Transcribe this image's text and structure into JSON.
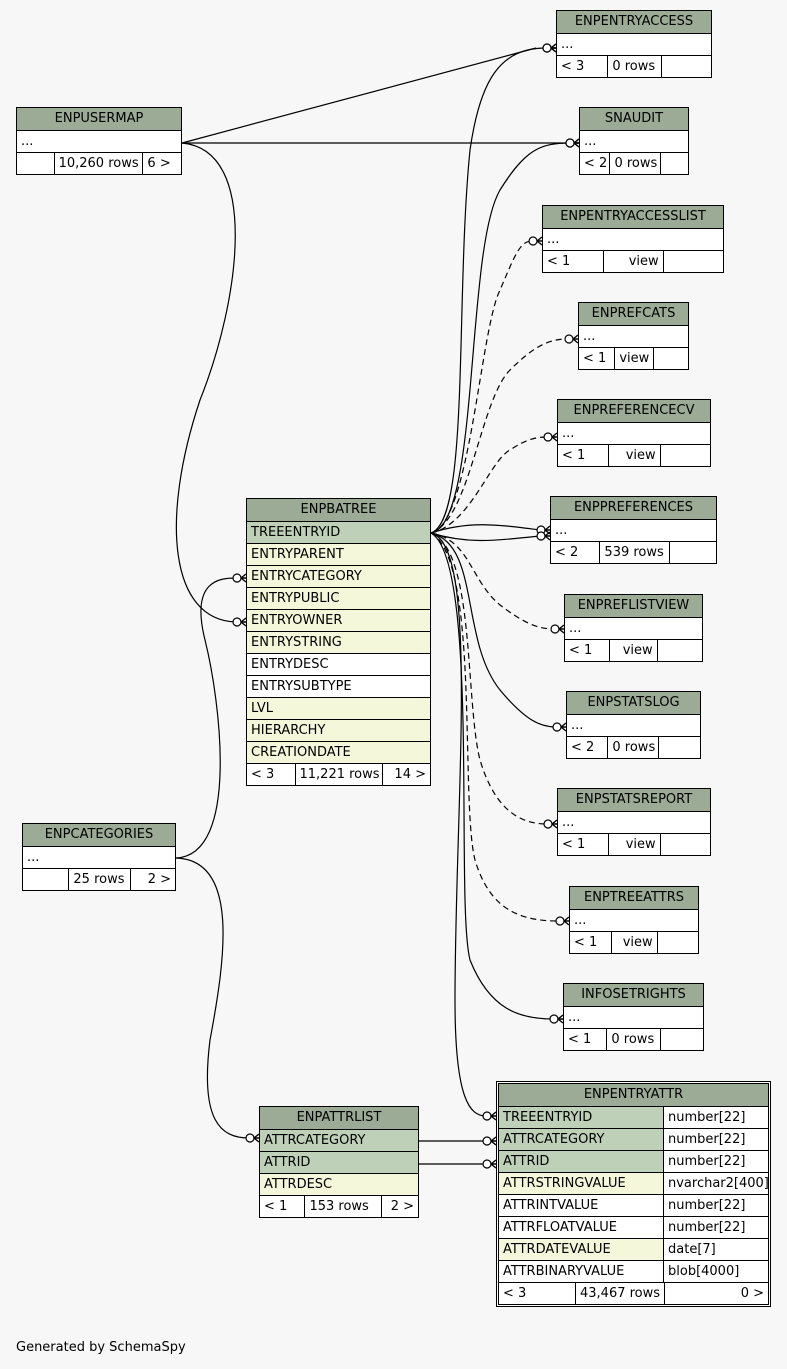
{
  "tables": [
    {
      "id": "enpentryaccess",
      "name": "ENPENTRYACCESS",
      "rows": [
        {
          "n": "...",
          "k": "ellip"
        }
      ],
      "footer": [
        "< 3",
        "0 rows",
        ""
      ]
    },
    {
      "id": "enpusermap",
      "name": "ENPUSERMAP",
      "rows": [
        {
          "n": "...",
          "k": "ellip"
        }
      ],
      "footer": [
        "",
        "10,260 rows",
        "6 >"
      ]
    },
    {
      "id": "snaudit",
      "name": "SNAUDIT",
      "rows": [
        {
          "n": "...",
          "k": "ellip"
        }
      ],
      "footer": [
        "< 2",
        "0 rows",
        ""
      ]
    },
    {
      "id": "enpentryaccesslist",
      "name": "ENPENTRYACCESSLIST",
      "rows": [
        {
          "n": "...",
          "k": "ellip"
        }
      ],
      "footer": [
        "< 1",
        "view",
        ""
      ]
    },
    {
      "id": "enprefcats",
      "name": "ENPREFCATS",
      "rows": [
        {
          "n": "...",
          "k": "ellip"
        }
      ],
      "footer": [
        "< 1",
        "view",
        ""
      ]
    },
    {
      "id": "enpreferencecv",
      "name": "ENPREFERENCECV",
      "rows": [
        {
          "n": "...",
          "k": "ellip"
        }
      ],
      "footer": [
        "< 1",
        "view",
        ""
      ]
    },
    {
      "id": "enpbatree",
      "name": "ENPBATREE",
      "rows": [
        {
          "n": "TREEENTRYID",
          "k": "pk"
        },
        {
          "n": "ENTRYPARENT",
          "k": "fk"
        },
        {
          "n": "ENTRYCATEGORY",
          "k": "fk"
        },
        {
          "n": "ENTRYPUBLIC",
          "k": "fk"
        },
        {
          "n": "ENTRYOWNER",
          "k": "fk"
        },
        {
          "n": "ENTRYSTRING",
          "k": "fk"
        },
        {
          "n": "ENTRYDESC",
          "k": "plain"
        },
        {
          "n": "ENTRYSUBTYPE",
          "k": "plain"
        },
        {
          "n": "LVL",
          "k": "fk"
        },
        {
          "n": "HIERARCHY",
          "k": "fk"
        },
        {
          "n": "CREATIONDATE",
          "k": "fk"
        }
      ],
      "footer": [
        "< 3",
        "11,221 rows",
        "14 >"
      ]
    },
    {
      "id": "enppreferences",
      "name": "ENPPREFERENCES",
      "rows": [
        {
          "n": "...",
          "k": "ellip"
        }
      ],
      "footer": [
        "< 2",
        "539 rows",
        ""
      ]
    },
    {
      "id": "enpreflistview",
      "name": "ENPREFLISTVIEW",
      "rows": [
        {
          "n": "...",
          "k": "ellip"
        }
      ],
      "footer": [
        "< 1",
        "view",
        ""
      ]
    },
    {
      "id": "enpstatslog",
      "name": "ENPSTATSLOG",
      "rows": [
        {
          "n": "...",
          "k": "ellip"
        }
      ],
      "footer": [
        "< 2",
        "0 rows",
        ""
      ]
    },
    {
      "id": "enpcategories",
      "name": "ENPCATEGORIES",
      "rows": [
        {
          "n": "...",
          "k": "ellip"
        }
      ],
      "footer": [
        "",
        "25 rows",
        "2 >"
      ]
    },
    {
      "id": "enpstatsreport",
      "name": "ENPSTATSREPORT",
      "rows": [
        {
          "n": "...",
          "k": "ellip"
        }
      ],
      "footer": [
        "< 1",
        "view",
        ""
      ]
    },
    {
      "id": "enptreeattrs",
      "name": "ENPTREEATTRS",
      "rows": [
        {
          "n": "...",
          "k": "ellip"
        }
      ],
      "footer": [
        "< 1",
        "view",
        ""
      ]
    },
    {
      "id": "infosetrights",
      "name": "INFOSETRIGHTS",
      "rows": [
        {
          "n": "...",
          "k": "ellip"
        }
      ],
      "footer": [
        "< 1",
        "0 rows",
        ""
      ]
    },
    {
      "id": "enpentryattr",
      "name": "ENPENTRYATTR",
      "focus": true,
      "rows": [
        {
          "n": "TREEENTRYID",
          "t": "number[22]",
          "k": "pk"
        },
        {
          "n": "ATTRCATEGORY",
          "t": "number[22]",
          "k": "pk"
        },
        {
          "n": "ATTRID",
          "t": "number[22]",
          "k": "pk"
        },
        {
          "n": "ATTRSTRINGVALUE",
          "t": "nvarchar2[400]",
          "k": "fk"
        },
        {
          "n": "ATTRINTVALUE",
          "t": "number[22]",
          "k": "plain"
        },
        {
          "n": "ATTRFLOATVALUE",
          "t": "number[22]",
          "k": "plain"
        },
        {
          "n": "ATTRDATEVALUE",
          "t": "date[7]",
          "k": "fk"
        },
        {
          "n": "ATTRBINARYVALUE",
          "t": "blob[4000]",
          "k": "plain"
        }
      ],
      "footer": [
        "< 3",
        "43,467 rows",
        "0 >"
      ]
    },
    {
      "id": "enpattrlist",
      "name": "ENPATTRLIST",
      "rows": [
        {
          "n": "ATTRCATEGORY",
          "k": "pk"
        },
        {
          "n": "ATTRID",
          "k": "pk"
        },
        {
          "n": "ATTRDESC",
          "k": "fk"
        }
      ],
      "footer": [
        "< 1",
        "153 rows",
        "2 >"
      ]
    }
  ],
  "footer_note": "Generated by SchemaSpy"
}
